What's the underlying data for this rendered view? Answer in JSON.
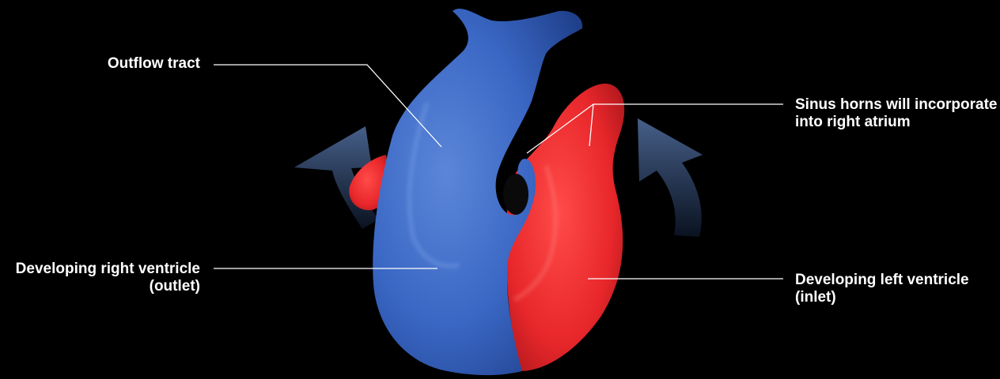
{
  "diagram": {
    "labels": {
      "outflow_tract": "Outflow tract",
      "sinus_horns": {
        "line1": "Sinus horns will incorporate",
        "line2": "into right atrium"
      },
      "right_ventricle": {
        "line1": "Developing right ventricle",
        "line2": "(outlet)"
      },
      "left_ventricle": {
        "line1": "Developing left ventricle",
        "line2": "(inlet)"
      }
    },
    "colors": {
      "background": "#000000",
      "right_ventricle": "#3a67c4",
      "left_ventricle": "#e8272b",
      "arrows": "#3d5680",
      "leader_lines": "#ffffff",
      "text": "#ffffff"
    }
  }
}
